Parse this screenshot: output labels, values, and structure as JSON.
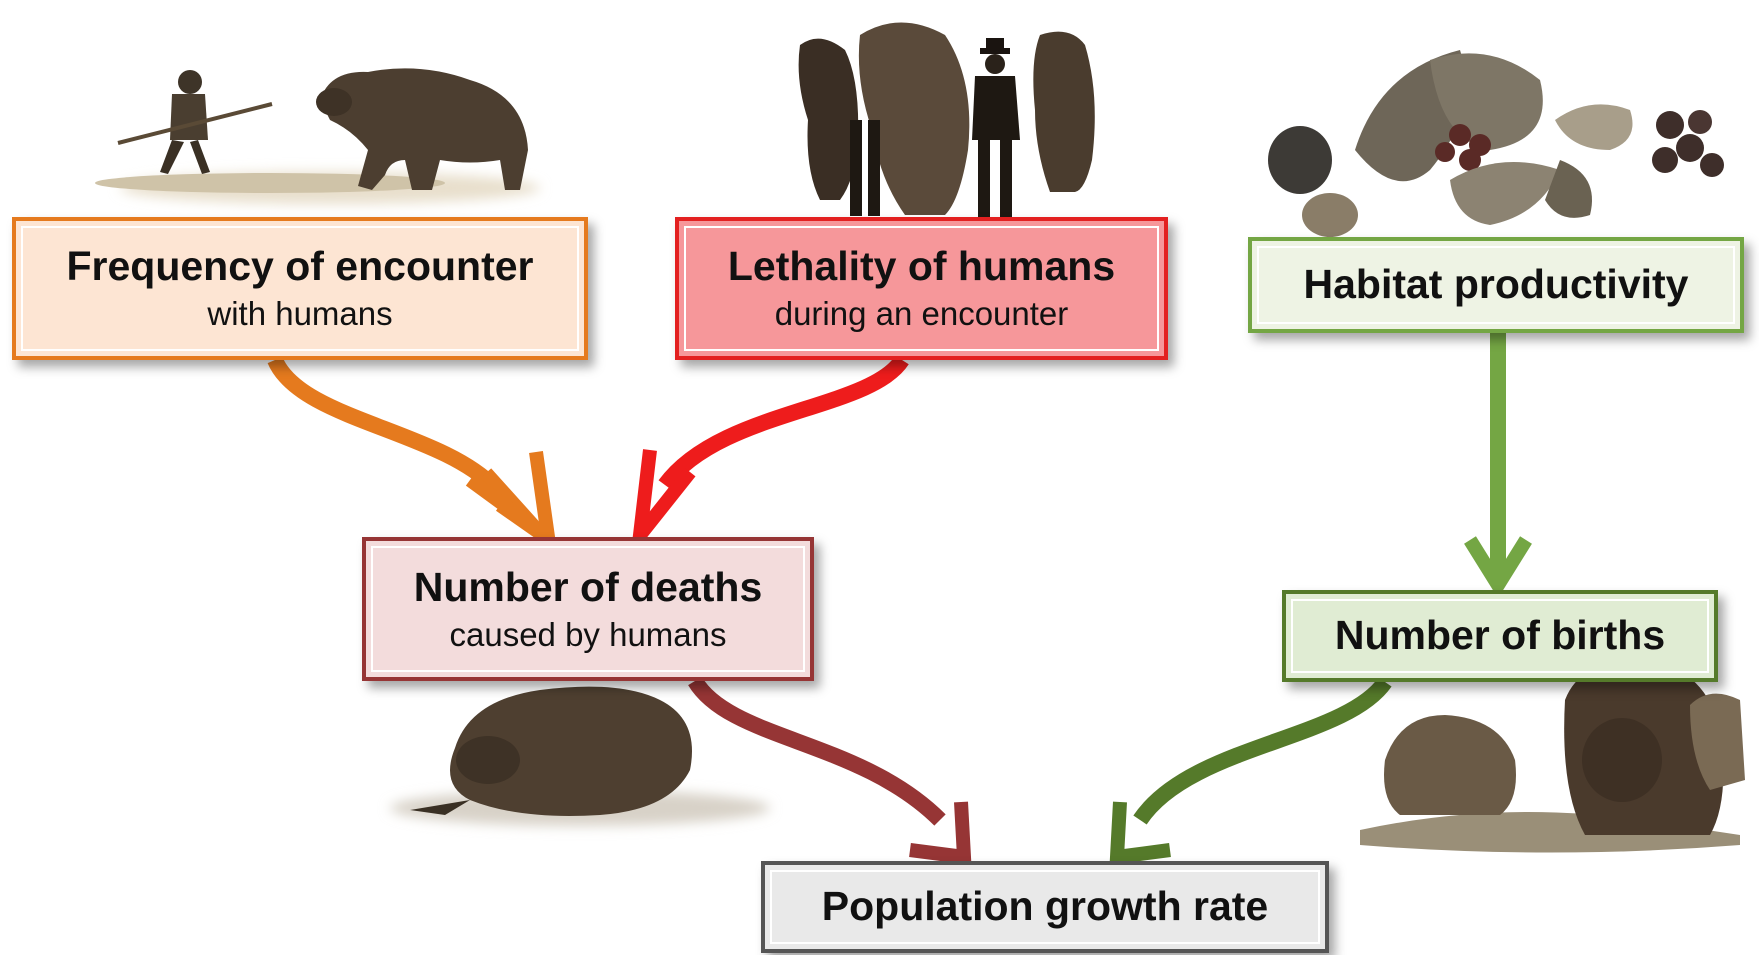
{
  "nodes": {
    "frequency": {
      "title": "Frequency of encounter",
      "subtitle": "with humans"
    },
    "lethality": {
      "title": "Lethality of humans",
      "subtitle": "during an encounter"
    },
    "habitat": {
      "title": "Habitat productivity"
    },
    "deaths": {
      "title": "Number of deaths",
      "subtitle": "caused by humans"
    },
    "births": {
      "title": "Number of births"
    },
    "growth": {
      "title": "Population growth rate"
    }
  },
  "edges": [
    {
      "from": "frequency",
      "to": "deaths",
      "color": "#e57a1e"
    },
    {
      "from": "lethality",
      "to": "deaths",
      "color": "#ee1c1c"
    },
    {
      "from": "habitat",
      "to": "births",
      "color": "#74a644"
    },
    {
      "from": "deaths",
      "to": "growth",
      "color": "#963535"
    },
    {
      "from": "births",
      "to": "growth",
      "color": "#557a2a"
    }
  ],
  "illustrations": [
    {
      "name": "hunter-facing-bear-illustration"
    },
    {
      "name": "hunters-with-bear-skins-illustration"
    },
    {
      "name": "berries-and-leaves-illustration"
    },
    {
      "name": "dead-bear-illustration"
    },
    {
      "name": "bear-with-cubs-illustration"
    }
  ]
}
